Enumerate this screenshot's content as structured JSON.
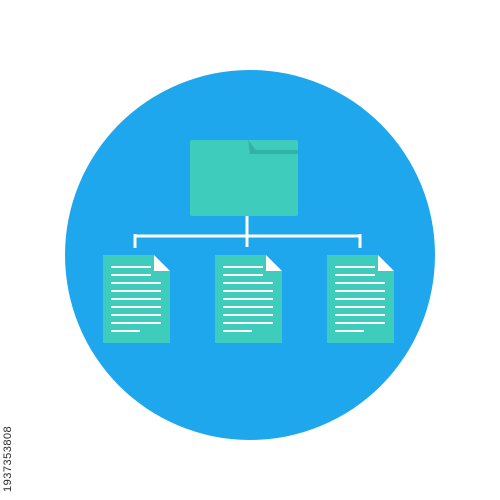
{
  "image": {
    "stock_id": "1937353808",
    "icon_names": [
      "circle-background",
      "folder-icon",
      "connector-lines",
      "document-icon",
      "document-icon",
      "document-icon"
    ],
    "colors": {
      "background": "#ffffff",
      "circle": "#1ea7ec",
      "folder_body": "#3ecdbd",
      "folder_tab": "#31b2a6",
      "document": "#3ecdbd",
      "document_fold": "#ffffff",
      "document_lines": "#ffffff",
      "connectors": "#ffffff",
      "stock_id_text": "#2b2b2b"
    }
  }
}
